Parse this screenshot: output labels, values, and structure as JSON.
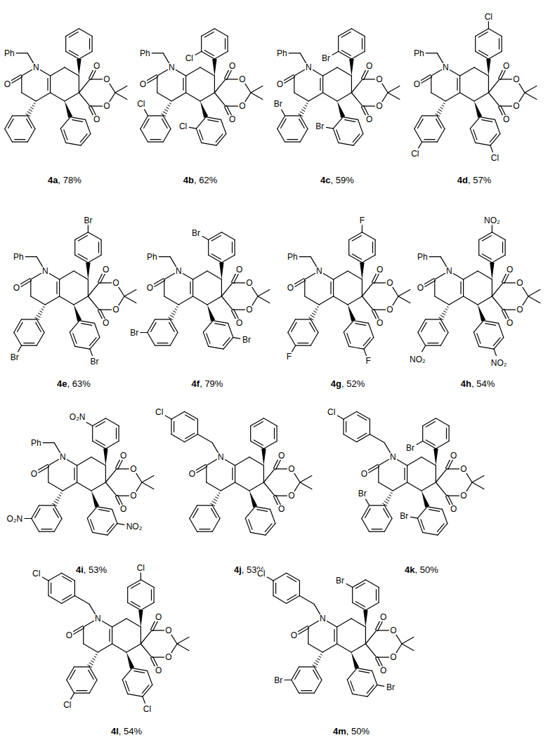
{
  "diagram": {
    "labels": [
      "Ph",
      "N",
      "O",
      "O",
      "O",
      "O",
      "O",
      "4a, 78%",
      "Ph",
      "Cl",
      "N",
      "O",
      "O",
      "O",
      "O",
      "O",
      "Cl",
      "Cl",
      "4b, 62%",
      "Ph",
      "Br",
      "N",
      "O",
      "O",
      "O",
      "O",
      "O",
      "Br",
      "Br",
      "4c, 59%",
      "Ph",
      "Cl",
      "N",
      "O",
      "O",
      "O",
      "O",
      "O",
      "Cl",
      "Cl",
      "4d, 57%",
      "Ph",
      "Br",
      "N",
      "O",
      "O",
      "O",
      "O",
      "O",
      "Br",
      "Br",
      "4e, 63%",
      "Ph",
      "Br",
      "N",
      "O",
      "O",
      "O",
      "O",
      "O",
      "Br",
      "Br",
      "4f, 79%",
      "Ph",
      "F",
      "N",
      "O",
      "O",
      "O",
      "O",
      "O",
      "F",
      "F",
      "4g, 52%",
      "Ph",
      "NO₂",
      "N",
      "O",
      "O",
      "O",
      "O",
      "O",
      "NO₂",
      "NO₂",
      "4h, 54%",
      "Ph",
      "O₂N",
      "N",
      "O",
      "O",
      "O",
      "O",
      "O",
      "O₂N",
      "NO₂",
      "4i, 53%",
      "Cl",
      "N",
      "O",
      "O",
      "O",
      "O",
      "O",
      "4j, 53%",
      "Cl",
      "Br",
      "N",
      "O",
      "O",
      "O",
      "O",
      "O",
      "Br",
      "Br",
      "4k, 50%",
      "Cl",
      "Cl",
      "N",
      "O",
      "O",
      "O",
      "O",
      "O",
      "Cl",
      "Cl",
      "4l, 54%",
      "Cl",
      "Br",
      "N",
      "O",
      "O",
      "O",
      "O",
      "O",
      "Br",
      "Br",
      "4m, 50%"
    ]
  }
}
